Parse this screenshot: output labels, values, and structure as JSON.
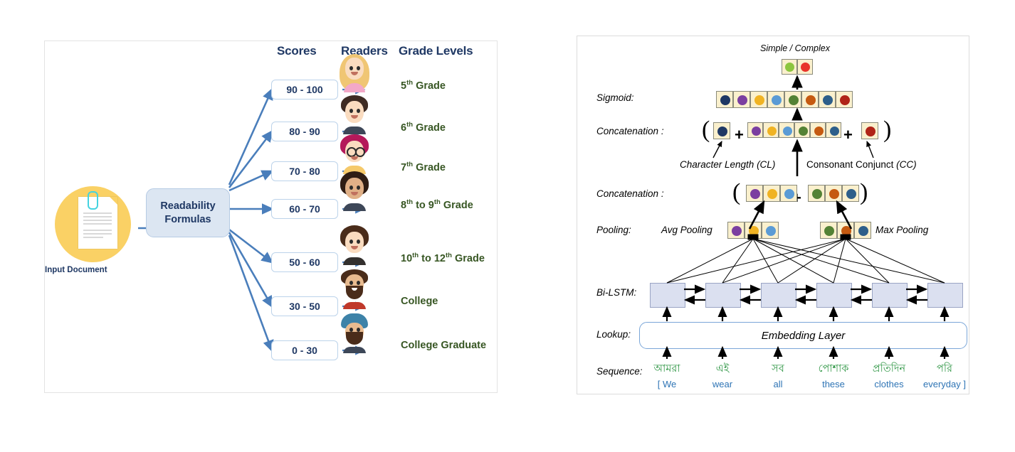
{
  "figure": {
    "left_panel": {
      "headers": {
        "scores": "Scores",
        "readers": "Readers",
        "grades": "Grade Levels"
      },
      "input_label": "Input Document",
      "process_box": "Readability Formulas",
      "process_box_line1": "Readability",
      "process_box_line2": "Formulas",
      "rows": [
        {
          "score": "90 - 100",
          "grade_num": "5",
          "grade_sup": "th",
          "grade_rest": " Grade",
          "grade_full": "5th Grade"
        },
        {
          "score": "80 - 90",
          "grade_num": "6",
          "grade_sup": "th",
          "grade_rest": " Grade",
          "grade_full": "6th Grade"
        },
        {
          "score": "70 - 80",
          "grade_num": "7",
          "grade_sup": "th",
          "grade_rest": " Grade",
          "grade_full": "7th Grade"
        },
        {
          "score": "60 - 70",
          "grade_num": "8",
          "grade_sup": "th",
          "grade_rest": " to 9th Grade",
          "grade_full": "8th to 9th Grade"
        },
        {
          "score": "50 - 60",
          "grade_num": "10",
          "grade_sup": "th",
          "grade_rest": " to 12th Grade",
          "grade_full": "10th to 12th Grade"
        },
        {
          "score": "30 - 50",
          "grade_num": "",
          "grade_sup": "",
          "grade_rest": "College",
          "grade_full": "College"
        },
        {
          "score": "0 - 30",
          "grade_num": "",
          "grade_sup": "",
          "grade_rest": "College Graduate",
          "grade_full": "College Graduate"
        }
      ],
      "colors": {
        "accent": "#4a7ebb",
        "box_fill": "#dce6f2",
        "circle": "#fad165",
        "grade_text": "#375623",
        "score_text": "#1f3864"
      }
    },
    "right_panel": {
      "output_label": "Simple / Complex",
      "row_labels": {
        "sigmoid": "Sigmoid:",
        "concat_top": "Concatenation :",
        "concat_mid": "Concatenation :",
        "pooling": "Pooling:",
        "bilstm": "Bi-LSTM:",
        "lookup": "Lookup:",
        "sequence": "Sequence:"
      },
      "feature_labels": {
        "character_length": "Character Length (CL)",
        "consonant_conjunct": "Consonant Conjunct (CC)"
      },
      "pooling_labels": {
        "avg": "Avg Pooling",
        "max": "Max Pooling"
      },
      "embedding_layer": "Embedding Layer",
      "operators": {
        "open_paren": "(",
        "close_paren": ")",
        "plus": "+"
      },
      "sequence": {
        "open_bracket": "[",
        "close_bracket": "]",
        "tokens_bn": [
          "আমরা",
          "এই",
          "সব",
          "পোশাক",
          "প্রতিদিন",
          "পরি"
        ],
        "tokens_en": [
          "We",
          "wear",
          "all",
          "these",
          "clothes",
          "everyday"
        ]
      },
      "vectors": {
        "output": [
          "#8cc63f",
          "#e8342a"
        ],
        "sigmoid": [
          "#1f3864",
          "#7b3fa0",
          "#f0b323",
          "#5b9bd5",
          "#548235",
          "#c55a11",
          "#2e5f8a",
          "#b02418"
        ],
        "concat_top_left": [
          "#1f3864"
        ],
        "concat_top_mid": [
          "#7b3fa0",
          "#f0b323",
          "#5b9bd5",
          "#548235",
          "#c55a11",
          "#2e5f8a"
        ],
        "concat_top_right": [
          "#b02418"
        ],
        "concat_mid_left": [
          "#7b3fa0",
          "#f0b323",
          "#5b9bd5"
        ],
        "concat_mid_right": [
          "#548235",
          "#c55a11",
          "#2e5f8a"
        ],
        "avg_pooling": [
          "#7b3fa0",
          "#f0b323",
          "#5b9bd5"
        ],
        "max_pooling": [
          "#548235",
          "#c55a11",
          "#2e5f8a"
        ]
      },
      "colors": {
        "cell_fill": "#faf0cd",
        "cell_border": "#8a8a7a",
        "lstm_fill": "#dbe0f0",
        "bengali": "#2e9644",
        "english": "#2e74b5"
      }
    }
  }
}
